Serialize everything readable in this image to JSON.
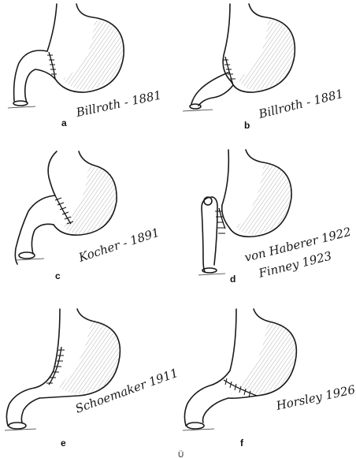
{
  "panels": [
    {
      "letter": "a",
      "surgeon": "Billroth - 1881"
    },
    {
      "letter": "b",
      "surgeon": "Billroth - 1881"
    },
    {
      "letter": "c",
      "surgeon": "Kocher - 1891"
    },
    {
      "letter": "d",
      "surgeon": "von Haberer 1922",
      "surgeon2": "Finney 1923"
    },
    {
      "letter": "e",
      "surgeon": "Schoemaker 1911"
    },
    {
      "letter": "f",
      "surgeon": "Horsley 1926"
    }
  ],
  "footer_mark": "Ü"
}
